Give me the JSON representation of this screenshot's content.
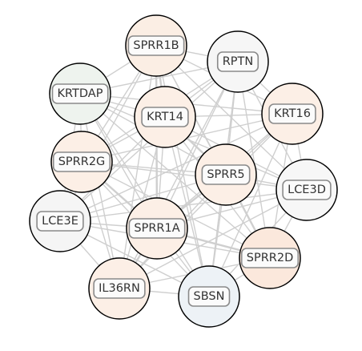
{
  "network": {
    "nodes": [
      {
        "id": "SPRR1B",
        "label": "SPRR1B",
        "fill": "#fbeee4"
      },
      {
        "id": "RPTN",
        "label": "RPTN",
        "fill": "#f6f6f6"
      },
      {
        "id": "KRTDAP",
        "label": "KRTDAP",
        "fill": "#eef3ee"
      },
      {
        "id": "KRT14",
        "label": "KRT14",
        "fill": "#fcefe6"
      },
      {
        "id": "KRT16",
        "label": "KRT16",
        "fill": "#fcefe6"
      },
      {
        "id": "SPRR2G",
        "label": "SPRR2G",
        "fill": "#fcefe6"
      },
      {
        "id": "SPRR5",
        "label": "SPRR5",
        "fill": "#fcefe6"
      },
      {
        "id": "LCE3D",
        "label": "LCE3D",
        "fill": "#f7f7f7"
      },
      {
        "id": "LCE3E",
        "label": "LCE3E",
        "fill": "#f5f5f5"
      },
      {
        "id": "SPRR1A",
        "label": "SPRR1A",
        "fill": "#fcefe6"
      },
      {
        "id": "SPRR2D",
        "label": "SPRR2D",
        "fill": "#fbe8dc"
      },
      {
        "id": "IL36RN",
        "label": "IL36RN",
        "fill": "#fcefe6"
      },
      {
        "id": "SBSN",
        "label": "SBSN",
        "fill": "#edf2f6"
      }
    ]
  }
}
